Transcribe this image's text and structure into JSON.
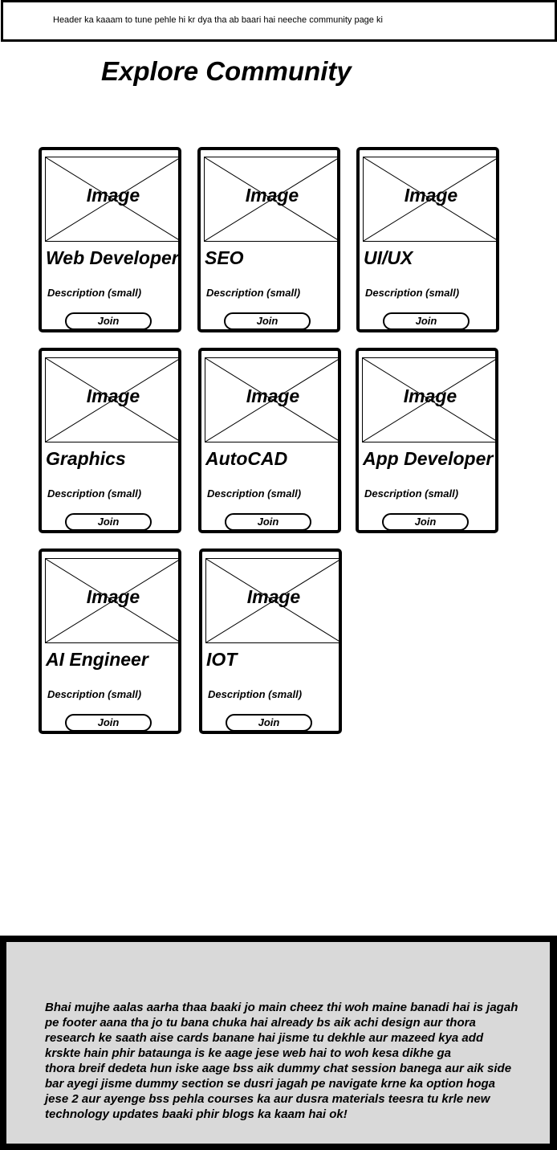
{
  "header": {
    "note": "Header ka kaaam to tune pehle hi kr dya tha ab baari hai neeche community page ki"
  },
  "main": {
    "title": "Explore Community",
    "cards": [
      {
        "image_label": "Image",
        "title": "Web Developer",
        "description": "Description (small)",
        "button_label": "Join"
      },
      {
        "image_label": "Image",
        "title": "SEO",
        "description": "Description (small)",
        "button_label": "Join"
      },
      {
        "image_label": "Image",
        "title": "UI/UX",
        "description": "Description (small)",
        "button_label": "Join"
      },
      {
        "image_label": "Image",
        "title": "Graphics",
        "description": "Description (small)",
        "button_label": "Join"
      },
      {
        "image_label": "Image",
        "title": "AutoCAD",
        "description": "Description (small)",
        "button_label": "Join"
      },
      {
        "image_label": "Image",
        "title": "App Developer",
        "description": "Description (small)",
        "button_label": "Join"
      },
      {
        "image_label": "Image",
        "title": "AI Engineer",
        "description": "Description (small)",
        "button_label": "Join"
      },
      {
        "image_label": "Image",
        "title": "IOT",
        "description": "Description (small)",
        "button_label": "Join"
      }
    ]
  },
  "footer": {
    "text": "Bhai mujhe aalas aarha thaa baaki jo main cheez thi woh maine banadi hai is jagah pe footer aana tha jo tu bana chuka hai already bs aik achi design aur thora research ke saath aise cards banane hai jisme tu dekhle aur mazeed kya add krskte hain phir bataunga is ke aage jese web hai to woh kesa dikhe ga\nthora breif dedeta hun iske aage bss aik dummy chat session banega aur aik side bar ayegi jisme dummy section se dusri jagah pe navigate krne ka option hoga jese 2 aur ayenge bss pehla courses ka aur dusra materials teesra  tu krle new technology updates baaki phir blogs ka kaam hai ok!"
  },
  "colors": {
    "footer_border": "#000000",
    "footer_background": "#d9d9d9",
    "card_border": "#000000"
  }
}
